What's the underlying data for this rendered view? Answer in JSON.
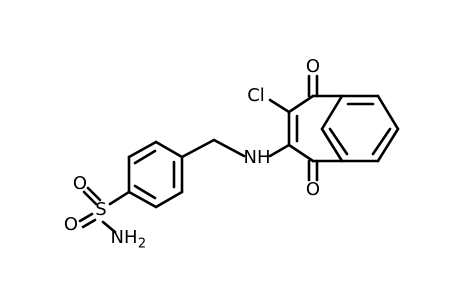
{
  "molecule": {
    "atoms": [
      {
        "id": "a_o_top",
        "label": "O"
      },
      {
        "id": "a_cl",
        "label": "Cl"
      },
      {
        "id": "a_nh",
        "label": "NH"
      },
      {
        "id": "a_o_bottom",
        "label": "O"
      },
      {
        "id": "a_s",
        "label": "S"
      },
      {
        "id": "a_o_s1",
        "label": "O"
      },
      {
        "id": "a_o_s2",
        "label": "O"
      },
      {
        "id": "a_nh2",
        "label": "NH"
      },
      {
        "id": "a_nh2_sub",
        "label": "2"
      }
    ]
  }
}
